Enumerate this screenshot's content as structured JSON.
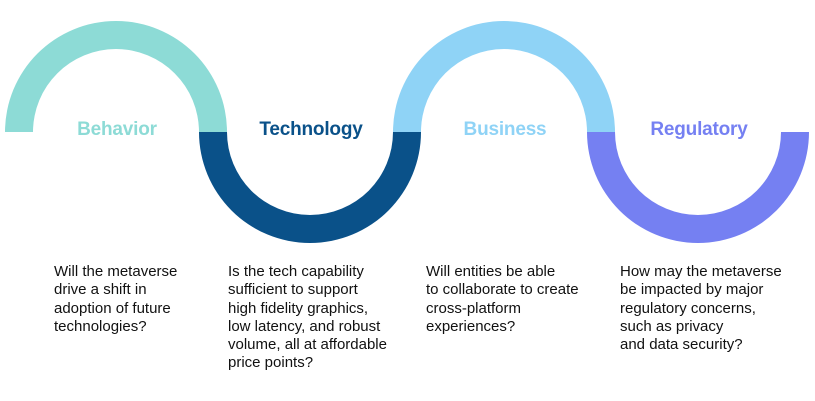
{
  "colors": {
    "behavior": "#8ddbd6",
    "technology": "#0a5189",
    "business": "#8fd3f6",
    "regulatory": "#7580f2",
    "text": "#111111"
  },
  "stages": [
    {
      "title": "Behavior",
      "question": "Will the metaverse\ndrive a shift in\nadoption of future\ntechnologies?"
    },
    {
      "title": "Technology",
      "question": "Is the tech capability\nsufficient to support\nhigh  fidelity graphics,\nlow latency, and robust\nvolume, all at affordable\nprice points?"
    },
    {
      "title": "Business",
      "question": "Will entities be able\nto collaborate to create\ncross-platform\nexperiences?"
    },
    {
      "title": "Regulatory",
      "question": "How may the metaverse\nbe impacted by major\nregulatory concerns,\nsuch as privacy\nand data security?"
    }
  ]
}
